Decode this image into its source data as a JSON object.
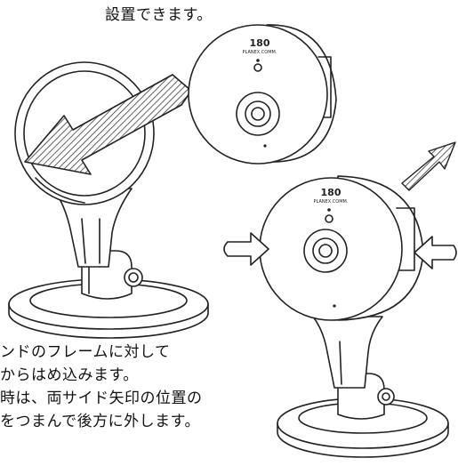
{
  "instruction": {
    "top_line": "設置できます。",
    "caption_lines": [
      "ンドのフレームに対して",
      "からはめ込みます。",
      "時は、両サイド矢印の位置の",
      "をつまんで後方に外します。"
    ]
  },
  "camera": {
    "model_text": "180",
    "brand_text": "PLANEX COMM."
  },
  "icons": {
    "arrow_left": "hatched-arrow-icon",
    "arrow_up_right": "hatched-arrow-icon",
    "pinch_arrows": "outline-arrow-icon"
  }
}
